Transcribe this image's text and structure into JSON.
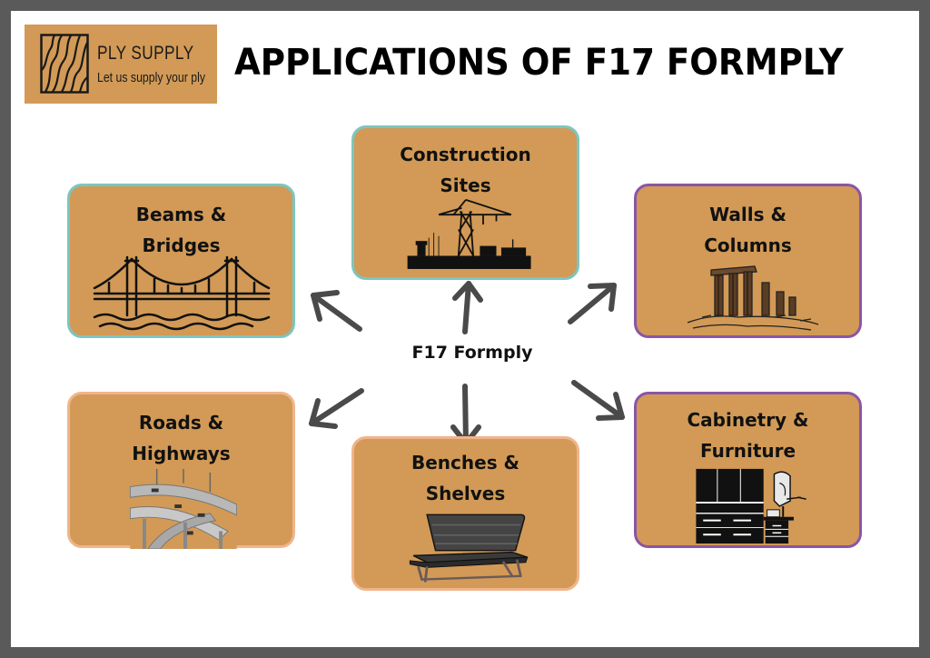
{
  "logo": {
    "name": "PLY SUPPLY",
    "tagline": "Let us supply your ply",
    "icon": "wood-grain-icon"
  },
  "title": "APPLICATIONS OF F17 FORMPLY",
  "center": {
    "label": "F17 Formply"
  },
  "nodes": [
    {
      "id": "construction-sites",
      "label": "Construction\nSites",
      "illustration": "port-crane-icon",
      "border_color": "#7cc6c0"
    },
    {
      "id": "beams-bridges",
      "label": "Beams &\nBridges",
      "illustration": "suspension-bridge-icon",
      "border_color": "#7cc6c0"
    },
    {
      "id": "walls-columns",
      "label": "Walls &\nColumns",
      "illustration": "ruined-columns-icon",
      "border_color": "#8b55a6"
    },
    {
      "id": "roads-highways",
      "label": "Roads &\nHighways",
      "illustration": "highway-interchange-icon",
      "border_color": "#f0b58b"
    },
    {
      "id": "benches-shelves",
      "label": "Benches &\nShelves",
      "illustration": "bench-icon",
      "border_color": "#f0b58b"
    },
    {
      "id": "cabinetry-furniture",
      "label": "Cabinetry &\nFurniture",
      "illustration": "kitchen-cabinets-icon",
      "border_color": "#8b55a6"
    }
  ],
  "colors": {
    "box_fill": "#d29a56",
    "arrow": "#4a4a4a",
    "frame": "#5a5a5a"
  }
}
